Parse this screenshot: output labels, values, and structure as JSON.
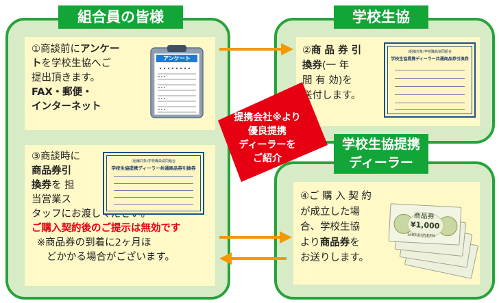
{
  "headers": {
    "members": "組合員の皆様",
    "coop": "学校生協",
    "dealer_line1": "学校生協提携",
    "dealer_line2": "ディーラー"
  },
  "step1": {
    "line1_pre": "①商談前に",
    "line1_bold": "アンケー",
    "line2_bold": "ト",
    "line2_rest": "を学校生協へご",
    "line3": "提出頂きます。",
    "line4": "FAX・郵便・",
    "line5": "インターネット",
    "clipboard_label": "アンケート"
  },
  "step2": {
    "line1_pre": "②",
    "line1_bold": "商 品 券 引",
    "line2_bold": "換券",
    "line2_rest": "(一 年",
    "line3": "間 有 効)を",
    "line4": "送付します。"
  },
  "step3": {
    "line1": "③商談時に",
    "line2_bold": "商品券引",
    "line3_bold": "換券",
    "line3_rest": "を 担",
    "line4": "当営業ス",
    "line5": "タッフにお渡しください。",
    "warning": "ご購入契約後のご提示は無効です",
    "note1": "※商品券の到着に2ヶ月ほ",
    "note2": "どかかる場合がございます。"
  },
  "step4": {
    "line1": "④ご 購 入 契 約",
    "line2": "が成立した場",
    "line3": "合、学校生協",
    "line4_pre": "より",
    "line4_bold": "商品券",
    "line4_rest": "を",
    "line5": "お送りします。"
  },
  "badge": {
    "line1": "提携会社※より",
    "line2": "優良提携",
    "line3": "ディーラーを",
    "line4": "ご紹介"
  },
  "certificate": {
    "small_top": "(組織対象)学校職員協同組合",
    "title": "学校生協提携ディーラー共通商品券引換券"
  },
  "voucher": {
    "face": "商品券",
    "amount": "¥1,000",
    "brand": "SHOUHINKEN"
  },
  "colors": {
    "panel_green": "#d7ecc6",
    "border_green": "#28a33c",
    "header_green": "#13a538",
    "card_yellow": "#fff8c7",
    "arrow_orange": "#f39800",
    "badge_red": "#e60012",
    "warning_red": "#e60012"
  }
}
